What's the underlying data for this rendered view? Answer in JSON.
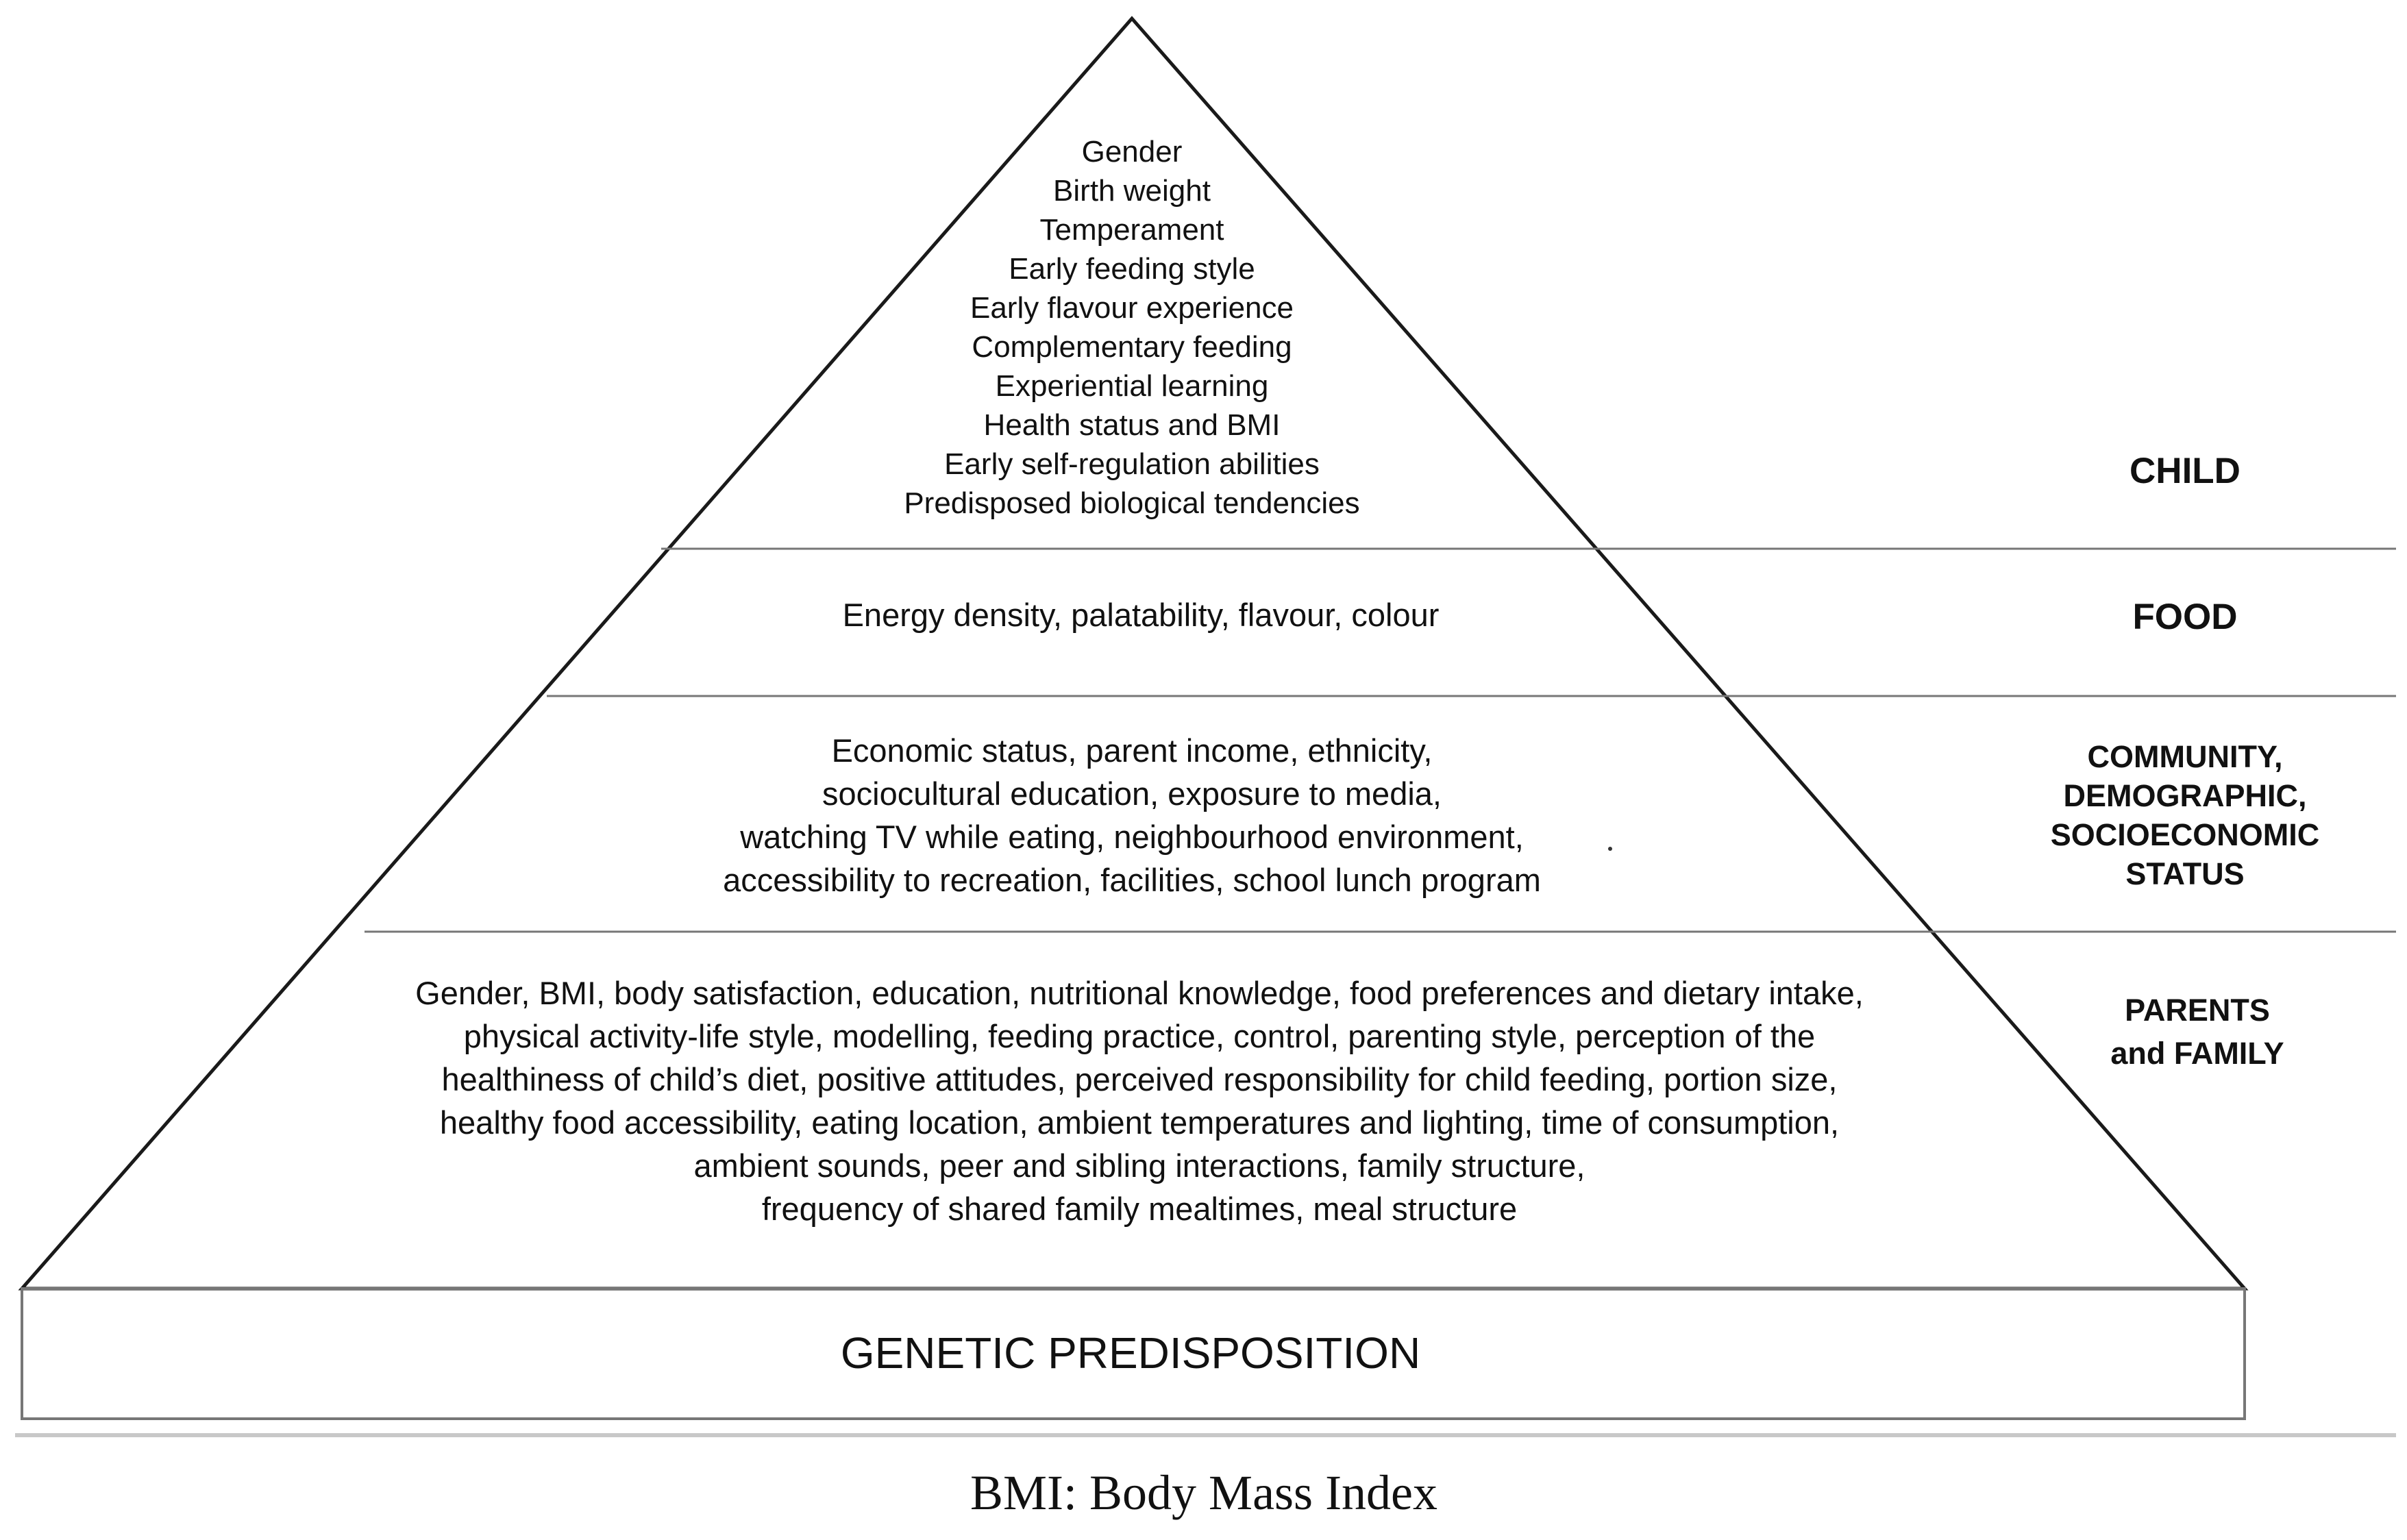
{
  "pyramid": {
    "child": {
      "items": [
        "Gender",
        "Birth weight",
        "Temperament",
        "Early feeding style",
        "Early flavour experience",
        "Complementary feeding",
        "Experiential learning",
        "Health status and BMI",
        "Early self-regulation abilities",
        "Predisposed biological tendencies"
      ],
      "label": "CHILD"
    },
    "food": {
      "text": "Energy density, palatability, flavour, colour",
      "label": "FOOD"
    },
    "community": {
      "lines": [
        "Economic status, parent income, ethnicity,",
        "sociocultural education, exposure to media,",
        "watching TV while eating, neighbourhood environment,",
        "accessibility to recreation, facilities, school lunch program"
      ],
      "label_lines": [
        "COMMUNITY,",
        "DEMOGRAPHIC,",
        "SOCIOECONOMIC",
        "STATUS"
      ]
    },
    "parents": {
      "lines": [
        "Gender, BMI, body satisfaction, education, nutritional knowledge, food preferences and dietary intake,",
        "physical activity-life style, modelling, feeding practice, control, parenting style, perception of the",
        "healthiness of child’s diet, positive attitudes, perceived responsibility for child feeding, portion size,",
        "healthy food accessibility, eating location, ambient temperatures and lighting, time of consumption,",
        "ambient sounds, peer and sibling interactions, family structure,",
        "frequency of shared family mealtimes, meal structure"
      ],
      "label_lines": [
        "PARENTS",
        "and FAMILY"
      ]
    },
    "base": {
      "text": "GENETIC PREDISPOSITION"
    }
  },
  "caption": "BMI: Body Mass Index",
  "colors": {
    "line": "#1a1a1a",
    "divider": "#777777",
    "caption_rule": "#c8c8c8"
  }
}
